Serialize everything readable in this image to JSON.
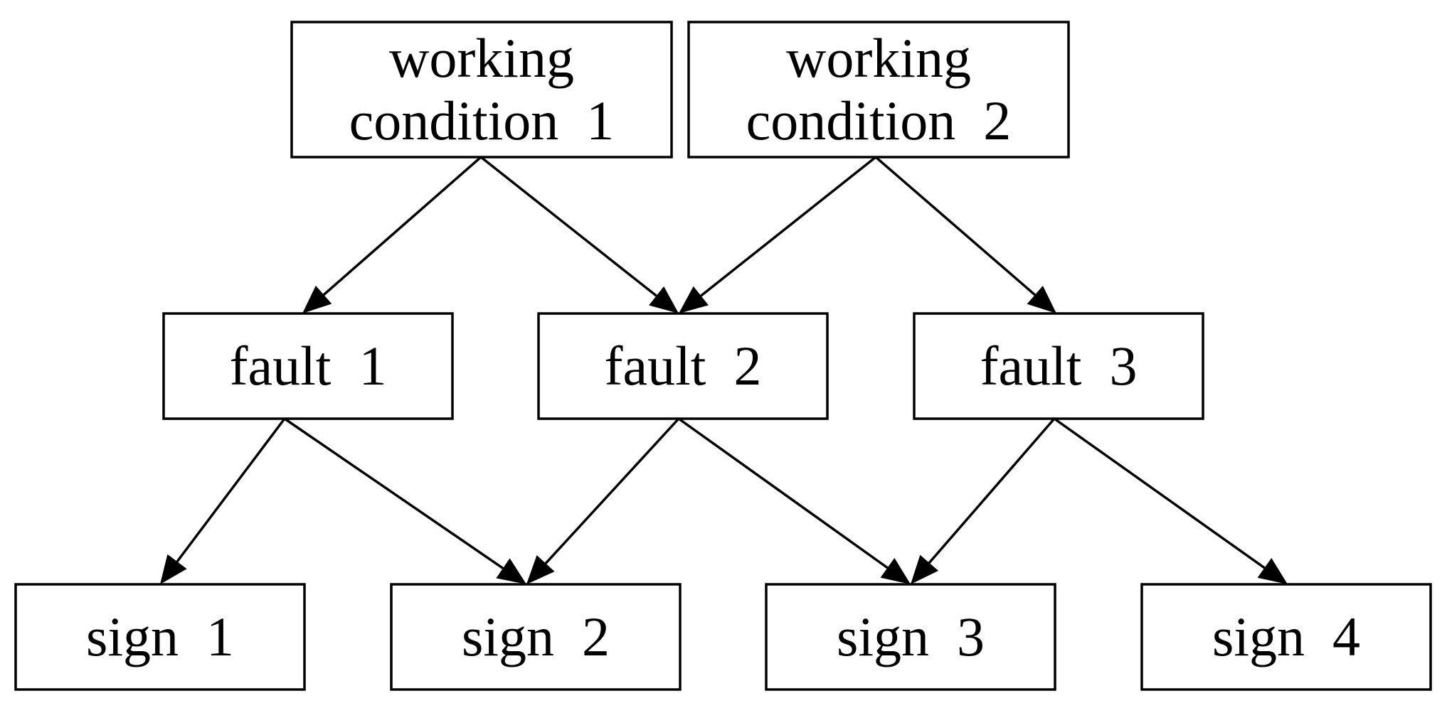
{
  "diagram": {
    "nodes": [
      {
        "id": "wc1",
        "lines": [
          "working",
          "condition  1"
        ]
      },
      {
        "id": "wc2",
        "lines": [
          "working",
          "condition  2"
        ]
      },
      {
        "id": "f1",
        "lines": [
          "fault  1"
        ]
      },
      {
        "id": "f2",
        "lines": [
          "fault  2"
        ]
      },
      {
        "id": "f3",
        "lines": [
          "fault  3"
        ]
      },
      {
        "id": "s1",
        "lines": [
          "sign  1"
        ]
      },
      {
        "id": "s2",
        "lines": [
          "sign  2"
        ]
      },
      {
        "id": "s3",
        "lines": [
          "sign  3"
        ]
      },
      {
        "id": "s4",
        "lines": [
          "sign  4"
        ]
      }
    ],
    "edges": [
      {
        "from": "wc1",
        "to": "f1"
      },
      {
        "from": "wc1",
        "to": "f2"
      },
      {
        "from": "wc2",
        "to": "f2"
      },
      {
        "from": "wc2",
        "to": "f3"
      },
      {
        "from": "f1",
        "to": "s1"
      },
      {
        "from": "f1",
        "to": "s2"
      },
      {
        "from": "f2",
        "to": "s2"
      },
      {
        "from": "f2",
        "to": "s3"
      },
      {
        "from": "f3",
        "to": "s3"
      },
      {
        "from": "f3",
        "to": "s4"
      }
    ]
  }
}
